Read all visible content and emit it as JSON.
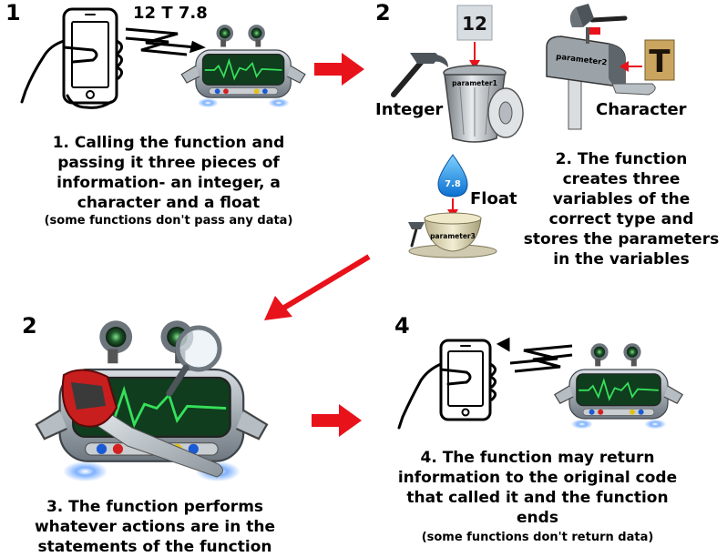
{
  "panel1": {
    "number": "1",
    "values_text": "12 T 7.8",
    "caption": [
      "1. Calling the function and",
      "passing it three pieces of",
      "information- an integer, a",
      "character and a float"
    ],
    "note": "(some functions don't pass any data)"
  },
  "panel2": {
    "number": "2",
    "int_value": "12",
    "char_value": "T",
    "float_value": "7.8",
    "param1": "parameter1",
    "param2": "parameter2",
    "param3": "parameter3",
    "label_integer": "Integer",
    "label_character": "Character",
    "label_float": "Float",
    "caption": [
      "2. The function",
      "creates three",
      "variables of the",
      "correct type and",
      "stores the parameters",
      "in the variables"
    ]
  },
  "panel3": {
    "number": "2",
    "caption": [
      "3. The function performs",
      "whatever actions are in the",
      "statements of the function"
    ]
  },
  "panel4": {
    "number": "4",
    "caption": [
      "4. The function may return",
      "information to the original code",
      "that called it and the function",
      "ends"
    ],
    "note": "(some functions don't return data)"
  },
  "colors": {
    "arrow": "#e8121b",
    "screen": "#0f3d1e",
    "wave": "#36e05a",
    "robot_body": "#7d8790"
  }
}
